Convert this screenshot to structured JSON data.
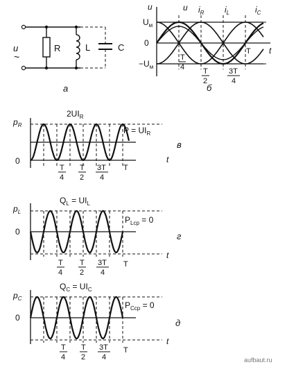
{
  "circuit": {
    "source_label": "u",
    "source_symbol": "~",
    "r_label": "R",
    "l_label": "L",
    "c_label": "C",
    "caption": "а"
  },
  "phasor_plot": {
    "y_axis_label": "u",
    "x_axis_label": "t",
    "level_top": "U",
    "level_top_sub": "м",
    "level_zero": "0",
    "level_bottom": "−U",
    "level_bottom_sub": "м",
    "curve_u": "u",
    "curve_ir": "i",
    "curve_ir_sub": "R",
    "curve_il": "i",
    "curve_il_sub": "L",
    "curve_ic": "i",
    "curve_ic_sub": "C",
    "tick_quarter_num": "T",
    "tick_quarter_den": "4",
    "tick_half_num": "T",
    "tick_half_den": "2",
    "tick_3quarter_num": "3T",
    "tick_3quarter_den": "4",
    "tick_full": "T",
    "caption": "б"
  },
  "power_r": {
    "y_axis_label": "p",
    "y_axis_sub": "R",
    "x_axis_label": "t",
    "zero": "0",
    "peak_label": "2UI",
    "peak_sub": "R",
    "avg_label": "P = UI",
    "avg_sub": "R",
    "tick_quarter_num": "T",
    "tick_quarter_den": "4",
    "tick_half_num": "T",
    "tick_half_den": "2",
    "tick_3quarter_num": "3T",
    "tick_3quarter_den": "4",
    "tick_full": "T",
    "caption": "в"
  },
  "power_l": {
    "y_axis_label": "p",
    "y_axis_sub": "L",
    "x_axis_label": "t",
    "zero": "0",
    "amp_label": "Q",
    "amp_sub": "L",
    "amp_eq": " = UI",
    "amp_eq_sub": "L",
    "avg_label": "P",
    "avg_sub": "Lср",
    "avg_eq": " = 0",
    "tick_quarter_num": "T",
    "tick_quarter_den": "4",
    "tick_half_num": "T",
    "tick_half_den": "2",
    "tick_3quarter_num": "3T",
    "tick_3quarter_den": "4",
    "tick_full": "T",
    "caption": "г"
  },
  "power_c": {
    "y_axis_label": "p",
    "y_axis_sub": "C",
    "x_axis_label": "t",
    "zero": "0",
    "amp_label": "Q",
    "amp_sub": "C",
    "amp_eq": " = UI",
    "amp_eq_sub": "C",
    "avg_label": "P",
    "avg_sub": "Cср",
    "avg_eq": " = 0",
    "tick_quarter_num": "T",
    "tick_quarter_den": "4",
    "tick_half_num": "T",
    "tick_half_den": "2",
    "tick_3quarter_num": "3T",
    "tick_3quarter_den": "4",
    "tick_full": "T",
    "caption": "д"
  },
  "watermark": "aufbaut.ru"
}
